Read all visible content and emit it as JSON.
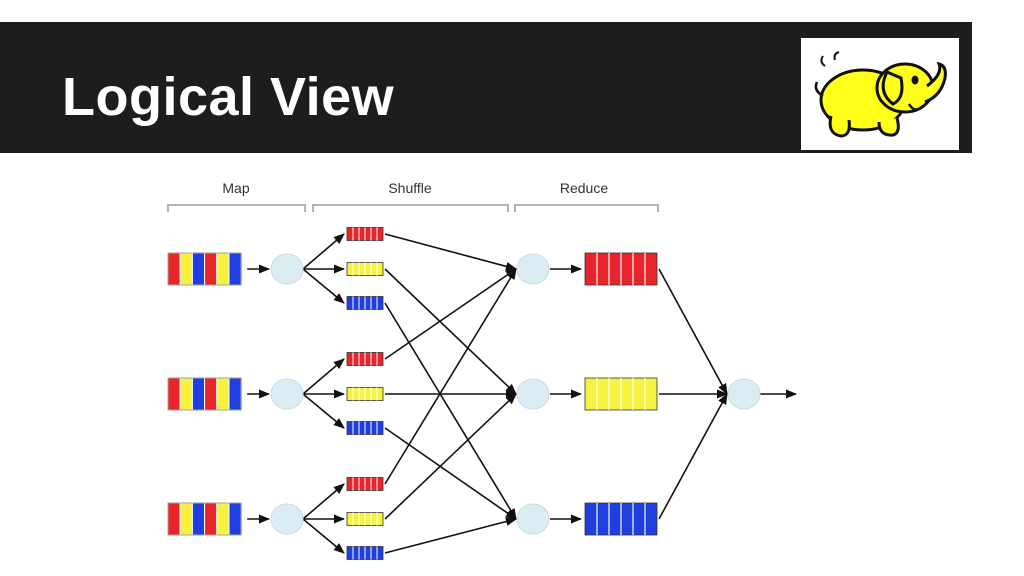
{
  "slide": {
    "title": "Logical View"
  },
  "logo": {
    "icon": "hadoop-elephant-logo",
    "colors": {
      "body": "#ffff1a",
      "outline": "#111111"
    }
  },
  "diagram": {
    "sections": {
      "map": "Map",
      "shuffle": "Shuffle",
      "reduce": "Reduce"
    },
    "colors": {
      "red": "#e8252b",
      "yellow": "#f5f241",
      "blue": "#1f3fe0",
      "node": "#dcecf3",
      "edge": "#111111",
      "bracket": "#aab4bc"
    },
    "map_input_pattern": [
      "red",
      "yellow",
      "blue",
      "red",
      "yellow",
      "blue"
    ],
    "map_rows": 3,
    "partitions_per_mapper": [
      "red",
      "yellow",
      "blue"
    ],
    "reducer_colors": [
      "red",
      "yellow",
      "blue"
    ]
  }
}
